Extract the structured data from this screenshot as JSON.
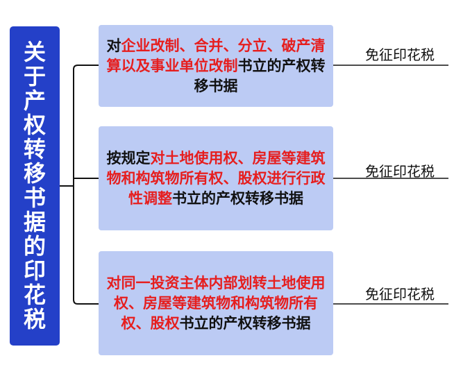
{
  "title": "关于产权转移书据的印花税",
  "items": [
    {
      "segments": [
        {
          "text": "对",
          "highlight": false
        },
        {
          "text": "企业改制、合并、分立、破产清算以及事业单位改制",
          "highlight": true
        },
        {
          "text": "书立的产权转移书据",
          "highlight": false
        }
      ],
      "result": "免征印花税"
    },
    {
      "segments": [
        {
          "text": "按规定",
          "highlight": false
        },
        {
          "text": "对土地使用权、房屋等建筑物和构筑物所有权、股权进行行政性调整",
          "highlight": true
        },
        {
          "text": "书立的产权转移书据",
          "highlight": false
        }
      ],
      "result": "免征印花税"
    },
    {
      "segments": [
        {
          "text": "对同一投资主体内部划转土地使用权、房屋等建筑物和构筑物所有权、股权",
          "highlight": true
        },
        {
          "text": "书立的产权转移书据",
          "highlight": false
        }
      ],
      "result": "免征印花税"
    }
  ],
  "colors": {
    "title_bg": "#2440c8",
    "card_bg": "#bccbf4",
    "highlight": "#e61e1e"
  }
}
